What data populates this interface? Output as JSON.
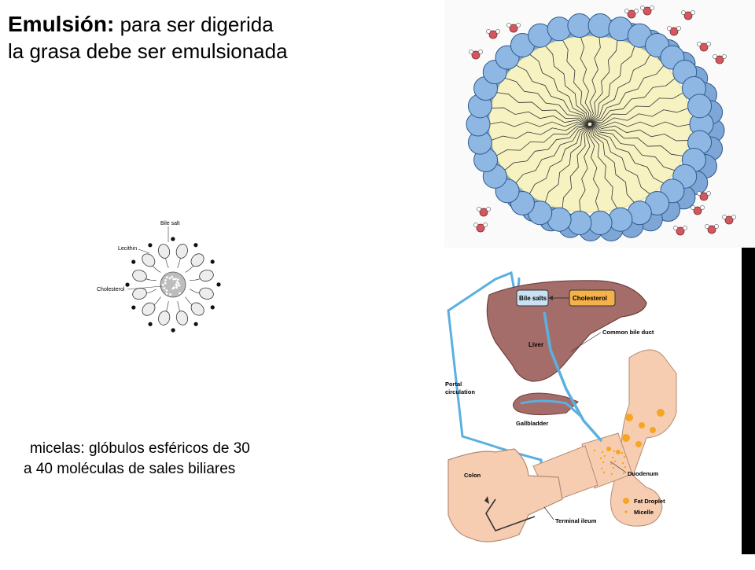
{
  "slide": {
    "title_bold": "Emulsión:",
    "title_rest_1": " para ser digerida",
    "title_line_2": "la grasa debe ser emulsionada",
    "caption_line_1": "micelas: glóbulos esféricos de 30",
    "caption_line_2": "a 40 moléculas de sales biliares"
  },
  "small_micelle": {
    "labels": {
      "bile_salt": "Bile salt",
      "lecithin": "Lecithin",
      "cholesterol": "Cholesterol"
    }
  },
  "bile_diagram": {
    "labels": {
      "bile_salts": "Bile salts",
      "cholesterol": "Cholesterol",
      "common_bile_duct": "Common bile duct",
      "liver": "Liver",
      "portal_line1": "Portal",
      "portal_line2": "circulation",
      "gallbladder": "Gallbladder",
      "duodenum": "Duodenum",
      "colon": "Colon",
      "terminal_ileum": "Terminal ileum"
    },
    "legend": {
      "fat_droplet": "Fat Droplet",
      "micelle": "Micelle"
    }
  },
  "colors": {
    "phospholipid_head": "#8fb7e3",
    "tail_fill": "#f7f2c2",
    "liver": "#a56d6a",
    "intestine": "#f7cdb2",
    "duct": "#5ab0e0",
    "water_o": "#d4565e"
  }
}
